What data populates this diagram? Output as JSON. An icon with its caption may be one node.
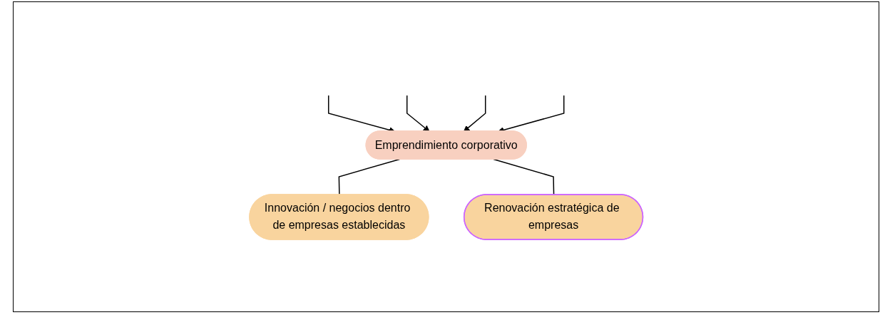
{
  "diagram": {
    "nodes": [
      {
        "text": [
          "Emprendimiento corporativo"
        ]
      },
      {
        "text": [
          "Innovación / negocios dentro de empresas establecidas"
        ]
      },
      {
        "text": [
          "Renovación estratégica de empresas"
        ]
      }
    ],
    "edges": [
      {
        "from": null,
        "to": 0,
        "arrow": "to"
      },
      {
        "from": null,
        "to": 0,
        "arrow": "to"
      },
      {
        "from": null,
        "to": 0,
        "arrow": "to"
      },
      {
        "from": null,
        "to": 0,
        "arrow": "to"
      },
      {
        "from": 0,
        "to": 1,
        "arrow": "none"
      },
      {
        "from": 0,
        "to": 2,
        "arrow": "none"
      }
    ]
  }
}
